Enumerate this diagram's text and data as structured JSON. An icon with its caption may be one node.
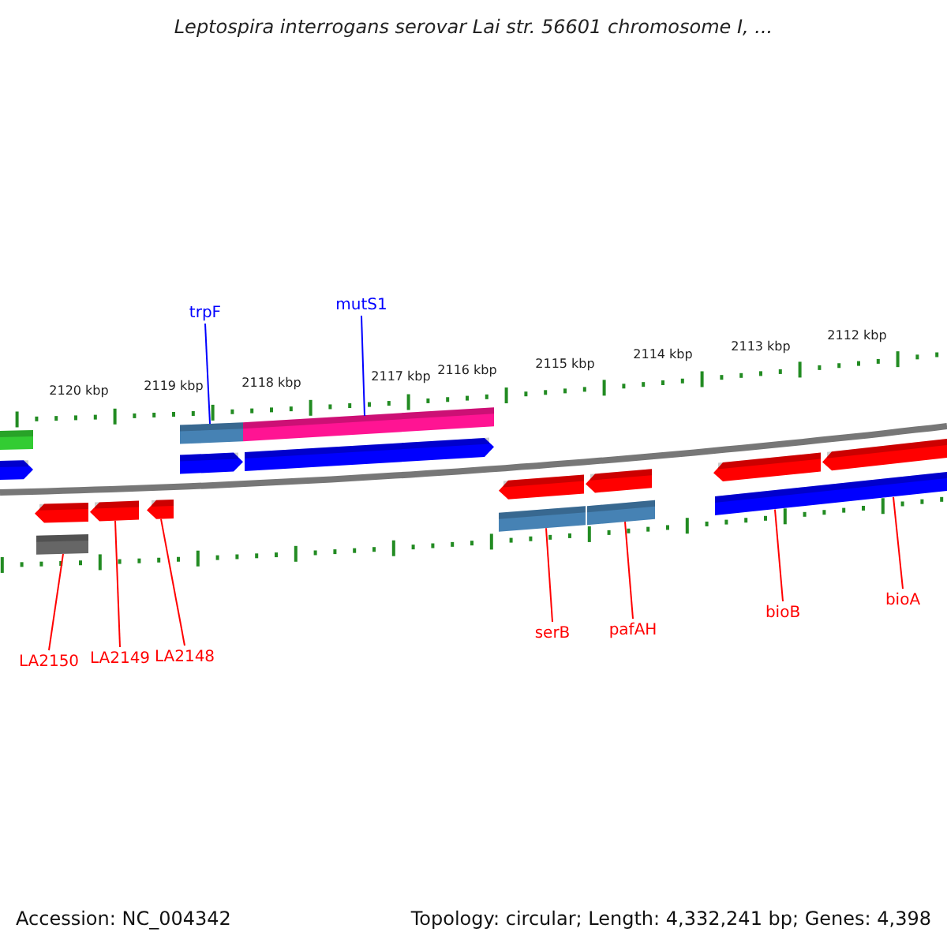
{
  "diagram": {
    "title": "Leptospira interrogans serovar Lai str. 56601 chromosome I, ...",
    "nodes": [
      {
        "text": [
          "trpF"
        ]
      },
      {
        "text": [
          "mutS1"
        ]
      },
      {
        "text": [
          "LA2150"
        ]
      },
      {
        "text": [
          "LA2149"
        ]
      },
      {
        "text": [
          "LA2148"
        ]
      },
      {
        "text": [
          "serB"
        ]
      },
      {
        "text": [
          "pafAH"
        ]
      },
      {
        "text": [
          "bioB"
        ]
      },
      {
        "text": [
          "bioA"
        ]
      },
      {
        "text": [],
        "shape": "bar"
      },
      {
        "text": [],
        "shape": "pentagon"
      },
      {
        "text": [],
        "shape": "bar"
      },
      {
        "text": [],
        "shape": "pentagon"
      },
      {
        "text": [],
        "shape": "bar"
      },
      {
        "text": [],
        "shape": "pentagon"
      },
      {
        "text": [],
        "shape": "pentagon"
      },
      {
        "text": [],
        "shape": "bar"
      },
      {
        "text": [],
        "shape": "pentagon"
      },
      {
        "text": [],
        "shape": "pentagon"
      },
      {
        "text": [],
        "shape": "pentagon"
      },
      {
        "text": [],
        "shape": "bar"
      },
      {
        "text": [],
        "shape": "pentagon"
      },
      {
        "text": [],
        "shape": "bar"
      },
      {
        "text": [],
        "shape": "pentagon"
      },
      {
        "text": [],
        "shape": "bar"
      },
      {
        "text": [],
        "shape": "pentagon"
      }
    ],
    "edges": [
      {
        "from": 0,
        "to": 11,
        "arrow": "none",
        "color": "#0000ff"
      },
      {
        "from": 1,
        "to": 13,
        "arrow": "none",
        "color": "#0000ff"
      },
      {
        "from": 2,
        "to": 16,
        "arrow": "none"
      },
      {
        "from": 3,
        "to": 17,
        "arrow": "none"
      },
      {
        "from": 4,
        "to": 18,
        "arrow": "none"
      },
      {
        "from": 5,
        "to": 20,
        "arrow": "none"
      },
      {
        "from": 6,
        "to": 22,
        "arrow": "none"
      },
      {
        "from": 7,
        "to": 24,
        "arrow": "none"
      },
      {
        "from": 8,
        "to": 24,
        "arrow": "none"
      }
    ],
    "labels": [
      "2120 kbp",
      "2119 kbp",
      "2118 kbp",
      "2117 kbp",
      "2116 kbp",
      "2115 kbp",
      "2114 kbp",
      "2113 kbp",
      "2112 kbp",
      "Accession: NC_004342",
      "Topology: circular; Length: 4,332,241 bp; Genes: 4,398"
    ]
  }
}
